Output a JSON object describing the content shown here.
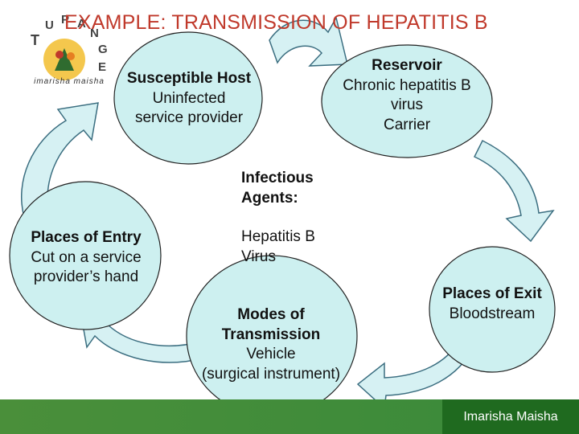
{
  "slide": {
    "title": "EXAMPLE: TRANSMISSION OF HEPATITIS B",
    "footer_brand": "Imarisha Maisha",
    "logo": {
      "text": "TUPANGE",
      "tagline": "imarisha maisha",
      "icon": "tupange-logo"
    }
  },
  "diagram": {
    "susceptible_host": {
      "heading": "Susceptible Host",
      "line1": "Uninfected",
      "line2": "service provider"
    },
    "reservoir": {
      "heading": "Reservoir",
      "line1": "Chronic hepatitis B",
      "line2": "virus",
      "line3": "Carrier"
    },
    "infectious_agents": {
      "heading1": "Infectious",
      "heading2": "Agents:",
      "line1": "Hepatitis B",
      "line2": "Virus"
    },
    "places_of_exit": {
      "heading": "Places of Exit",
      "line1": "Bloodstream"
    },
    "modes_of_transmission": {
      "heading1": "Modes of",
      "heading2": "Transmission",
      "line1": "Vehicle",
      "line2": "(surgical instrument)"
    },
    "places_of_entry": {
      "heading": "Places of Entry",
      "line1": "Cut on a service",
      "line2": "provider’s hand"
    }
  },
  "colors": {
    "node_fill": "#cdf0f0",
    "node_stroke": "#222222",
    "arrow_fill": "#d6f1f3",
    "arrow_stroke": "#3b6e80",
    "title": "#c0392b",
    "footer_green": "#4a8f3a",
    "footer_dark": "#1f6a1f"
  }
}
